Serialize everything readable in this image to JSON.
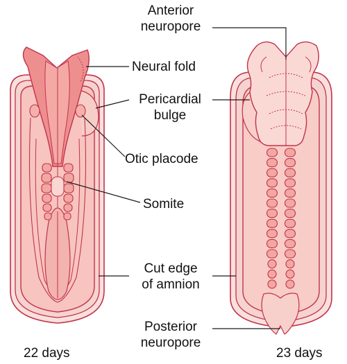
{
  "labels": {
    "anterior_neuropore": [
      "Anterior",
      "neuropore"
    ],
    "neural_fold": "Neural fold",
    "pericardial_bulge": [
      "Pericardial",
      "bulge"
    ],
    "otic_placode": "Otic placode",
    "somite": "Somite",
    "cut_edge_of_amnion": [
      "Cut edge",
      "of amnion"
    ],
    "posterior_neuropore": [
      "Posterior",
      "neuropore"
    ]
  },
  "captions": {
    "left": "22 days",
    "right": "23 days"
  },
  "colors": {
    "outline": "#c0334a",
    "amnion_fill": "#f6d3d0",
    "embryo_fill": "#f8cbc6",
    "neural_fold_fill": "#ee8f8f",
    "somite_fill": "#f2a7a3",
    "cranial_fill": "#fad9d4",
    "leader_line": "#1a1a1a"
  }
}
